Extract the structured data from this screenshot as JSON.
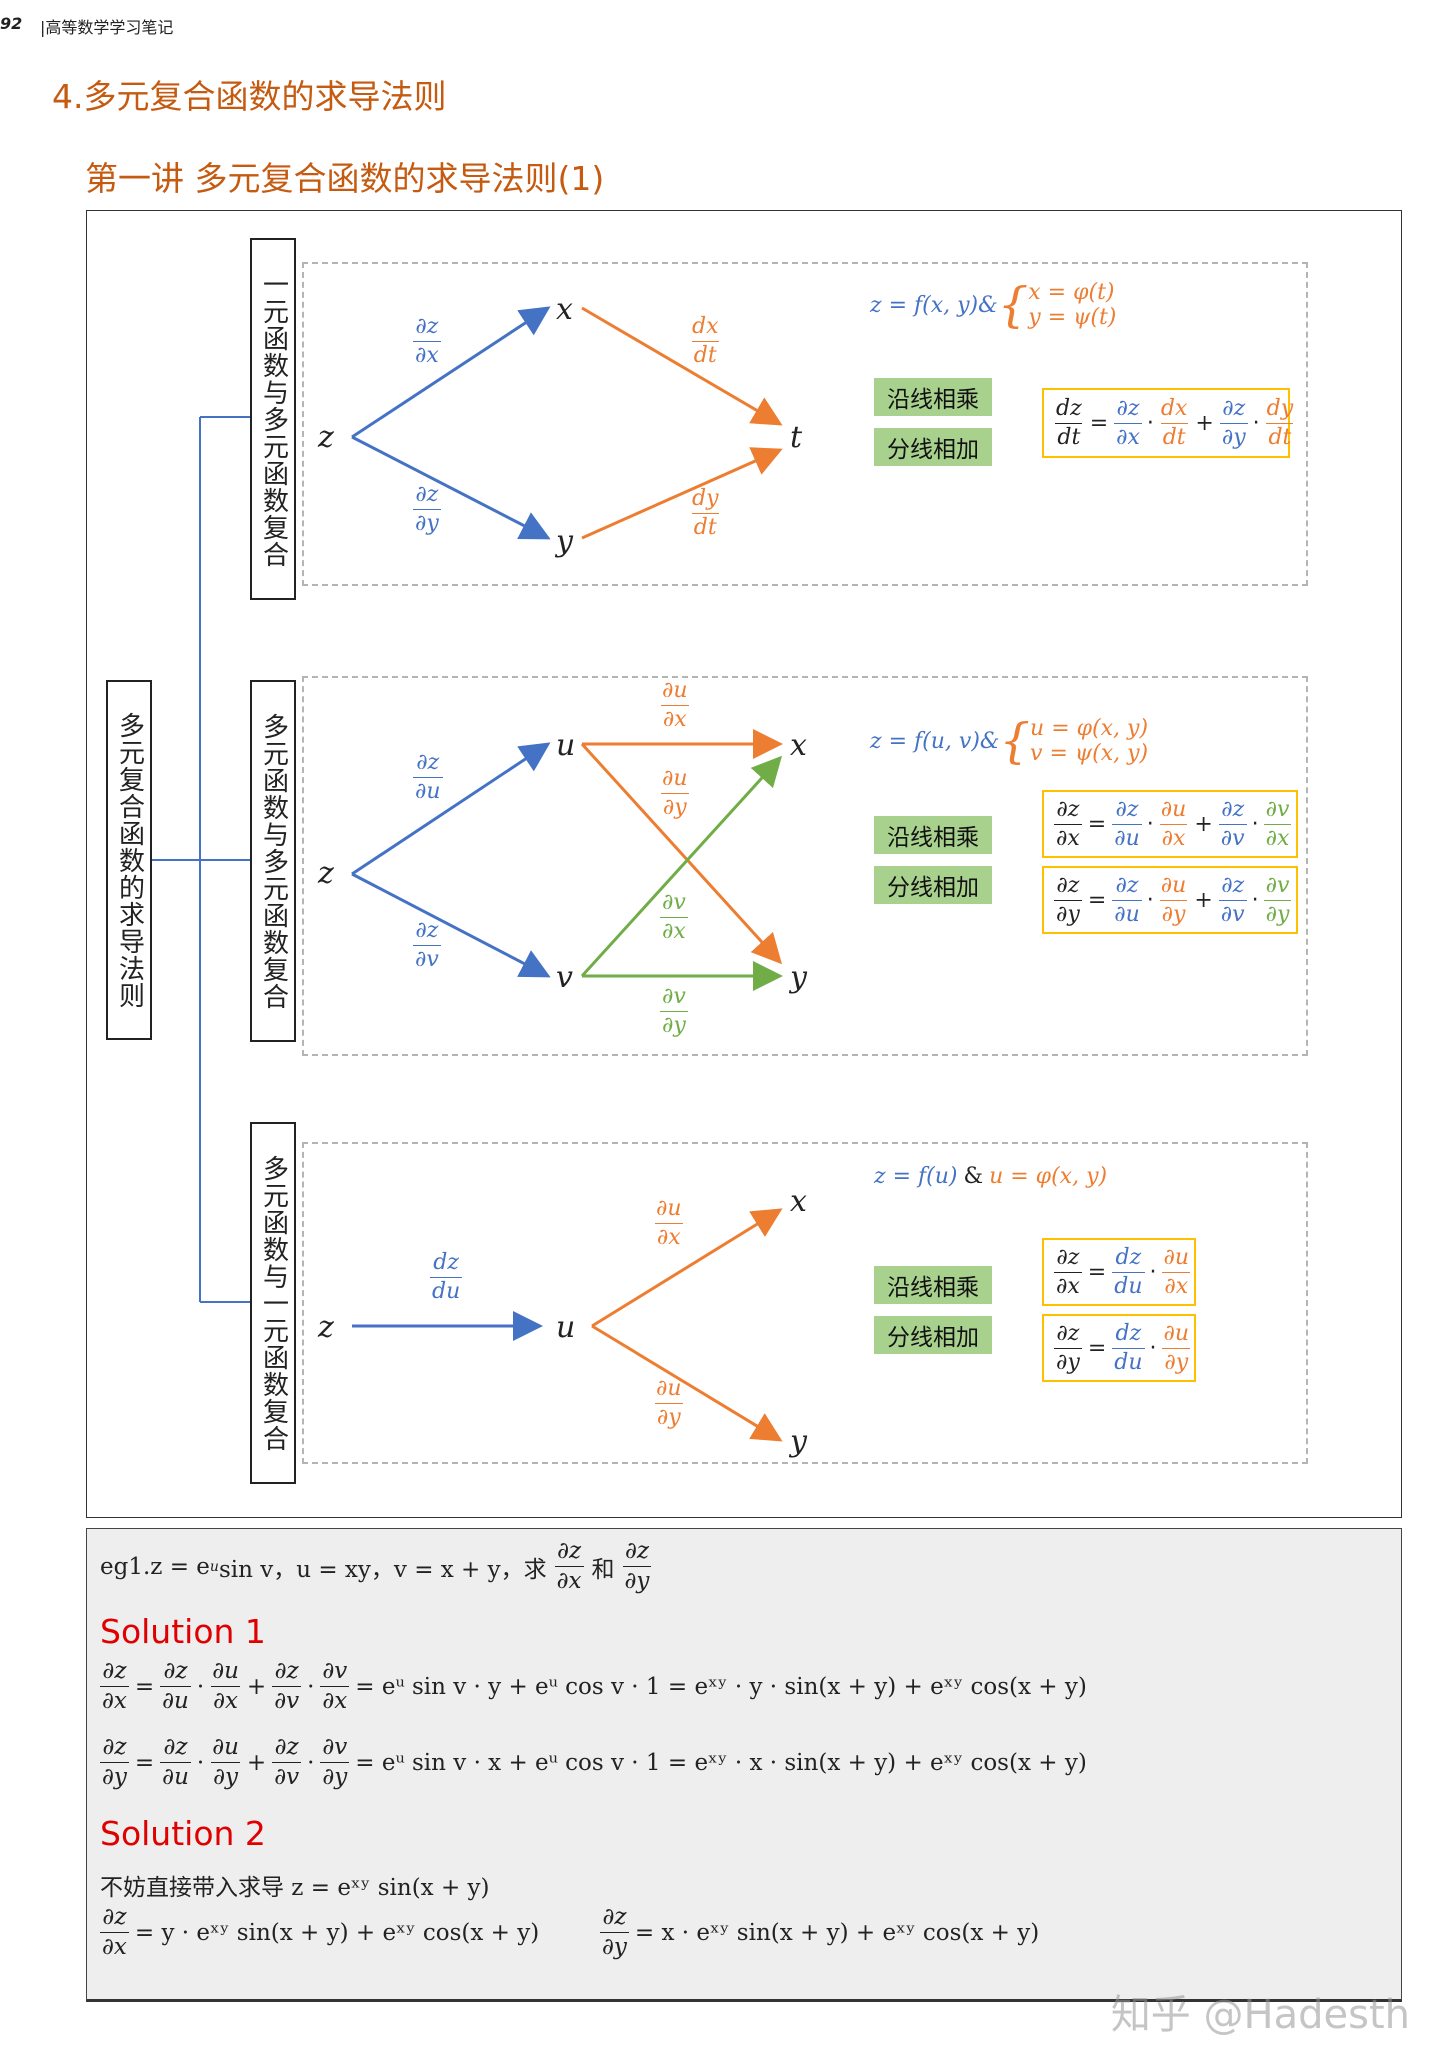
{
  "header": {
    "page_number": "92",
    "book_title": "|高等数学学习笔记"
  },
  "section_title": "4.多元复合函数的求导法则",
  "lecture_title": "第一讲 多元复合函数的求导法则(1)",
  "root_label": "多元复合函数的求导法则",
  "branches": [
    {
      "label": "一元函数与多元函数复合",
      "nodes": {
        "z": "z",
        "x": "x",
        "y": "y",
        "t": "t"
      },
      "edges": {
        "zx": [
          "∂z",
          "∂x"
        ],
        "zy": [
          "∂z",
          "∂y"
        ],
        "xt": [
          "dx",
          "dt"
        ],
        "yt": [
          "dy",
          "dt"
        ]
      },
      "definition": {
        "lhs": "z = f(x, y)&",
        "line1": "x = φ(t)",
        "line2": "y = ψ(t)"
      },
      "rule1": "沿线相乘",
      "rule2": "分线相加",
      "formula": {
        "lhs": [
          "dz",
          "dt"
        ],
        "t1a": [
          "∂z",
          "∂x"
        ],
        "t1b": [
          "dx",
          "dt"
        ],
        "t2a": [
          "∂z",
          "∂y"
        ],
        "t2b": [
          "dy",
          "dt"
        ]
      }
    },
    {
      "label": "多元函数与多元函数复合",
      "nodes": {
        "z": "z",
        "u": "u",
        "v": "v",
        "x": "x",
        "y": "y"
      },
      "edges": {
        "zu": [
          "∂z",
          "∂u"
        ],
        "zv": [
          "∂z",
          "∂v"
        ],
        "ux": [
          "∂u",
          "∂x"
        ],
        "uy": [
          "∂u",
          "∂y"
        ],
        "vx": [
          "∂v",
          "∂x"
        ],
        "vy": [
          "∂v",
          "∂y"
        ]
      },
      "definition": {
        "lhs": "z = f(u, v)&",
        "line1": "u = φ(x, y)",
        "line2": "v = ψ(x, y)"
      },
      "rule1": "沿线相乘",
      "rule2": "分线相加",
      "formula_x": {
        "lhs": [
          "∂z",
          "∂x"
        ],
        "t1a": [
          "∂z",
          "∂u"
        ],
        "t1b": [
          "∂u",
          "∂x"
        ],
        "t2a": [
          "∂z",
          "∂v"
        ],
        "t2b": [
          "∂v",
          "∂x"
        ]
      },
      "formula_y": {
        "lhs": [
          "∂z",
          "∂y"
        ],
        "t1a": [
          "∂z",
          "∂u"
        ],
        "t1b": [
          "∂u",
          "∂y"
        ],
        "t2a": [
          "∂z",
          "∂v"
        ],
        "t2b": [
          "∂v",
          "∂y"
        ]
      }
    },
    {
      "label": "多元函数与一元函数复合",
      "nodes": {
        "z": "z",
        "u": "u",
        "x": "x",
        "y": "y"
      },
      "edges": {
        "zu": [
          "dz",
          "du"
        ],
        "ux": [
          "∂u",
          "∂x"
        ],
        "uy": [
          "∂u",
          "∂y"
        ]
      },
      "definition": {
        "lhs": "z = f(u)",
        "amp": "&",
        "rhs": "u = φ(x, y)"
      },
      "rule1": "沿线相乘",
      "rule2": "分线相加",
      "formula_x": {
        "lhs": [
          "∂z",
          "∂x"
        ],
        "t1a": [
          "dz",
          "du"
        ],
        "t1b": [
          "∂u",
          "∂x"
        ]
      },
      "formula_y": {
        "lhs": [
          "∂z",
          "∂y"
        ],
        "t1a": [
          "dz",
          "du"
        ],
        "t1b": [
          "∂u",
          "∂y"
        ]
      }
    }
  ],
  "example": {
    "prefix": "eg1.z = e",
    "sup_u": "u",
    "rest": " sin v，u = xy，v = x + y，求",
    "frac1": [
      "∂z",
      "∂x"
    ],
    "and": "和",
    "frac2": [
      "∂z",
      "∂y"
    ],
    "solution1_title": "Solution 1",
    "s1_line1": {
      "lhs": [
        "∂z",
        "∂x"
      ],
      "a1": [
        "∂z",
        "∂u"
      ],
      "b1": [
        "∂u",
        "∂x"
      ],
      "a2": [
        "∂z",
        "∂v"
      ],
      "b2": [
        "∂v",
        "∂x"
      ],
      "rhs": "= eᵘ sin v · y + eᵘ cos v · 1 = eˣʸ · y · sin(x + y) + eˣʸ cos(x + y)"
    },
    "s1_line2": {
      "lhs": [
        "∂z",
        "∂y"
      ],
      "a1": [
        "∂z",
        "∂u"
      ],
      "b1": [
        "∂u",
        "∂y"
      ],
      "a2": [
        "∂z",
        "∂v"
      ],
      "b2": [
        "∂v",
        "∂y"
      ],
      "rhs": "= eᵘ sin v · x + eᵘ cos v · 1 = eˣʸ · x · sin(x + y) + eˣʸ cos(x + y)"
    },
    "solution2_title": "Solution 2",
    "s2_intro": "不妨直接带入求导 z = eˣʸ sin(x + y)",
    "s2_dx": {
      "lhs": [
        "∂z",
        "∂x"
      ],
      "rhs": "= y · eˣʸ sin(x + y) + eˣʸ cos(x + y)"
    },
    "s2_dy": {
      "lhs": [
        "∂z",
        "∂y"
      ],
      "rhs": "= x · eˣʸ sin(x + y) + eˣʸ cos(x + y)"
    }
  },
  "watermark": "知乎 @Hadesth",
  "colors": {
    "title": "#c55a11",
    "blue": "#4472c4",
    "orange": "#ed7d31",
    "green": "#70ad47",
    "rule_bg": "#a9d18e",
    "formula_border": "#ffc000",
    "solution": "#e00000"
  }
}
